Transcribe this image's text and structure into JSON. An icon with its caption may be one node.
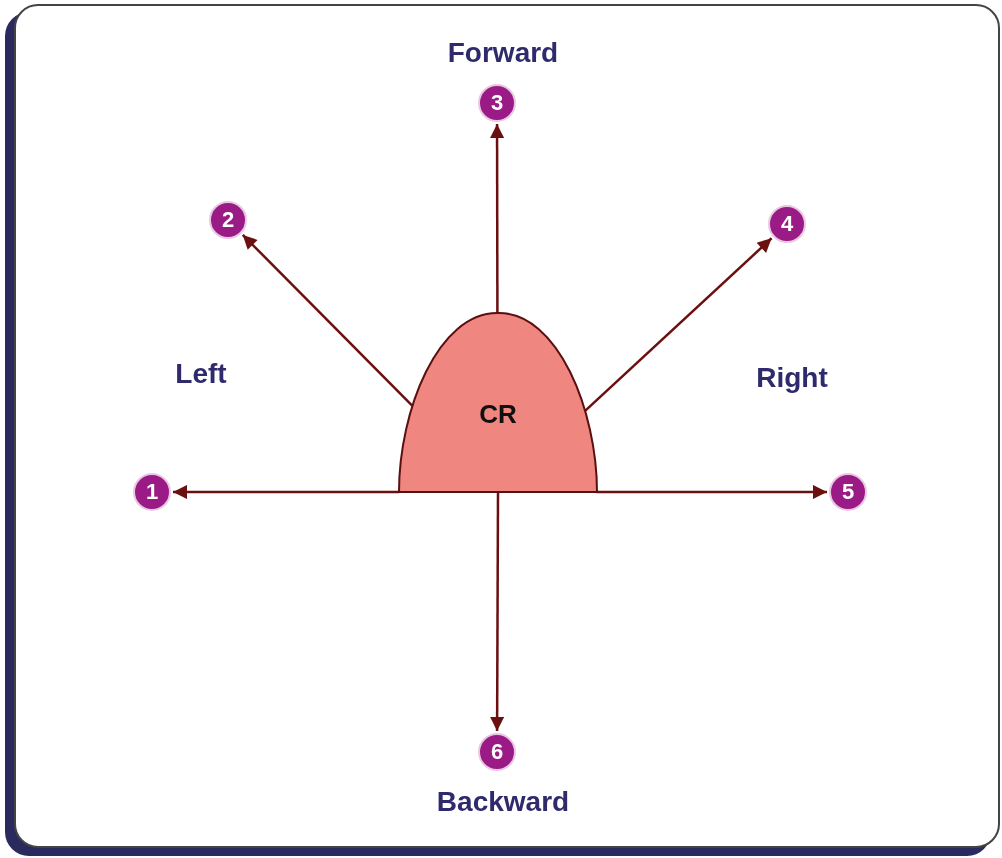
{
  "diagram": {
    "nodes": [
      {
        "text": [
          "CR"
        ]
      },
      {
        "text": [
          "1"
        ]
      },
      {
        "text": [
          "2"
        ]
      },
      {
        "text": [
          "3"
        ],
        "beside": [
          "Forward"
        ]
      },
      {
        "text": [
          "4"
        ]
      },
      {
        "text": [
          "5"
        ]
      },
      {
        "text": [
          "6"
        ],
        "beside": [
          "Backward"
        ]
      }
    ],
    "edges": [
      {
        "from": 0,
        "to": 1,
        "arrow": "to"
      },
      {
        "from": 0,
        "to": 2,
        "arrow": "to"
      },
      {
        "from": 0,
        "to": 3,
        "arrow": "to"
      },
      {
        "from": 0,
        "to": 4,
        "arrow": "to"
      },
      {
        "from": 0,
        "to": 5,
        "arrow": "to"
      },
      {
        "from": 0,
        "to": 6,
        "arrow": "to"
      }
    ],
    "labels": [
      "Left",
      "Right"
    ]
  }
}
